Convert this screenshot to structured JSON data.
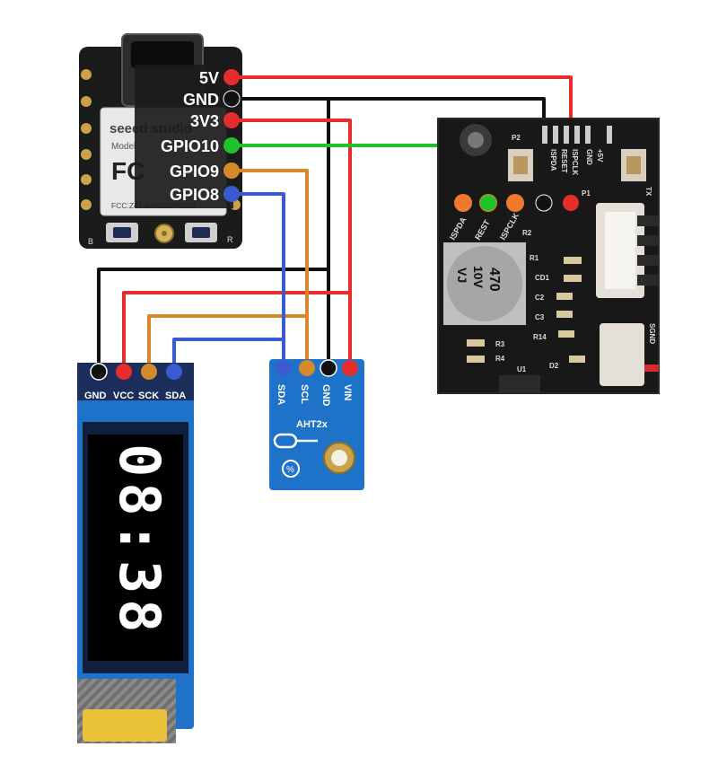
{
  "colors": {
    "wire_red": "#e52d2d",
    "wire_black": "#111111",
    "wire_green": "#1fc22b",
    "wire_orange": "#d6892a",
    "wire_blue": "#3a5ad0",
    "pcb_black": "#1a1a1a",
    "pcb_blue": "#1e73c8",
    "oled_blue": "#10203c"
  },
  "xiao": {
    "brand": "seeed studio",
    "model": "Model",
    "fcc_mark": "FC",
    "fcc_id": "FCC:Z4T-XIAOESP32C3",
    "corner_b": "B",
    "corner_r": "R",
    "pins": [
      {
        "label": "5V",
        "color": "red"
      },
      {
        "label": "GND",
        "color": "black"
      },
      {
        "label": "3V3",
        "color": "red"
      },
      {
        "label": "GPIO10",
        "color": "green"
      },
      {
        "label": "GPIO9",
        "color": "orange"
      },
      {
        "label": "GPIO8",
        "color": "blue"
      }
    ]
  },
  "oled": {
    "pins": [
      "GND",
      "VCC",
      "SCK",
      "SDA"
    ],
    "display_text": "08:38"
  },
  "aht": {
    "pins": [
      "SDA",
      "SCL",
      "GND",
      "VIN"
    ],
    "title": "AHT2x"
  },
  "board": {
    "header_labels": [
      "ISPDA",
      "RESET",
      "ISPCLK",
      "GND",
      "+5V"
    ],
    "pad_labels": [
      "ISPDA",
      "REST",
      "ISPCLK"
    ],
    "silkscreen": [
      "P2",
      "P1",
      "R2",
      "R1",
      "CD1",
      "C2",
      "C3",
      "R14",
      "R3",
      "R4",
      "U1",
      "D2",
      "TX",
      "SGND"
    ],
    "cap_value": "470",
    "cap_voltage": "10V",
    "cap_series": "VJ"
  }
}
